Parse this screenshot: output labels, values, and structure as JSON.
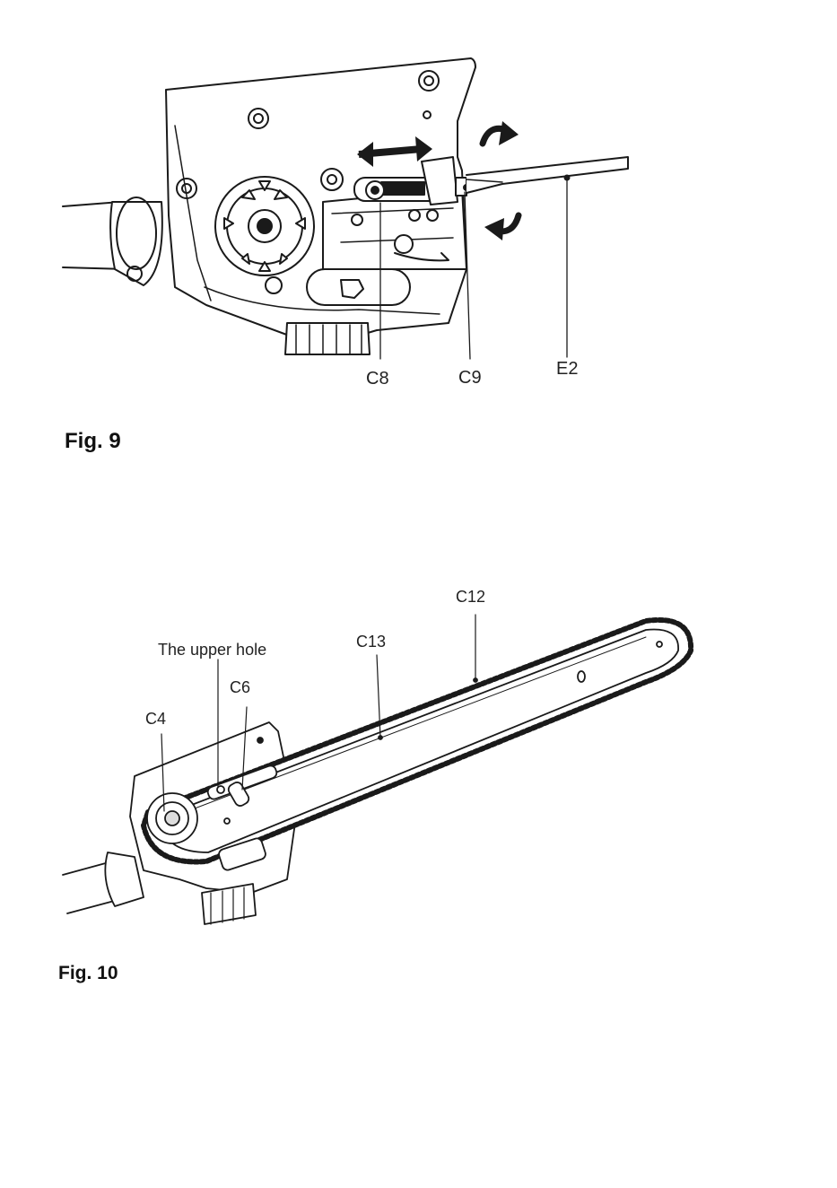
{
  "figures": [
    {
      "caption": "Fig. 9",
      "callouts": {
        "c8": "C8",
        "c9": "C9",
        "e2": "E2"
      }
    },
    {
      "caption": "Fig. 10",
      "callouts": {
        "upper_hole": "The upper hole",
        "c6": "C6",
        "c4": "C4",
        "c13": "C13",
        "c12": "C12"
      }
    }
  ]
}
